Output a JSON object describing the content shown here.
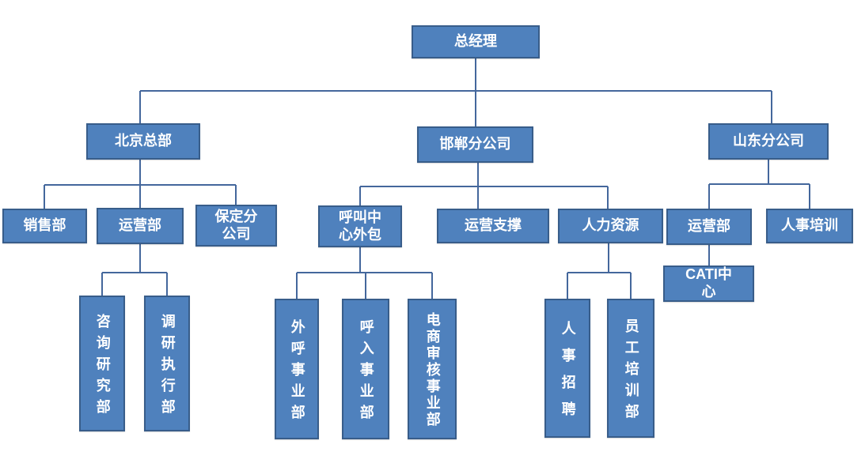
{
  "colors": {
    "box_fill": "#4F81BD",
    "box_border": "#385D8A",
    "line": "#44679C",
    "text": "#FFFFFF"
  },
  "org": {
    "nodes": [
      {
        "id": "ceo",
        "label": "总经理",
        "parent": null
      },
      {
        "id": "beijing_hq",
        "label": "北京总部",
        "parent": "ceo"
      },
      {
        "id": "handan_branch",
        "label": "邯郸分公司",
        "parent": "ceo"
      },
      {
        "id": "shandong_branch",
        "label": "山东分公司",
        "parent": "ceo"
      },
      {
        "id": "sales_dept",
        "label": "销售部",
        "parent": "beijing_hq"
      },
      {
        "id": "operations_dept_bj",
        "label": "运营部",
        "parent": "beijing_hq"
      },
      {
        "id": "baoding_branch",
        "label": "保定分\n公司",
        "parent": "beijing_hq"
      },
      {
        "id": "call_center_outsourcing",
        "label": "呼叫中\n心外包",
        "parent": "handan_branch"
      },
      {
        "id": "operations_support",
        "label": "运营支撑",
        "parent": "handan_branch"
      },
      {
        "id": "human_resources",
        "label": "人力资源",
        "parent": "handan_branch"
      },
      {
        "id": "operations_dept_sd",
        "label": "运营部",
        "parent": "shandong_branch"
      },
      {
        "id": "hr_training",
        "label": "人事培训",
        "parent": "shandong_branch"
      },
      {
        "id": "cati_center",
        "label": "CATI中\n心",
        "parent": "operations_dept_sd"
      },
      {
        "id": "consulting_research_dept",
        "label": "咨询研究部",
        "parent": "operations_dept_bj"
      },
      {
        "id": "survey_execution_dept",
        "label": "调研执行部",
        "parent": "operations_dept_bj"
      },
      {
        "id": "outbound_division",
        "label": "外呼事业部",
        "parent": "call_center_outsourcing"
      },
      {
        "id": "inbound_division",
        "label": "呼入事业部",
        "parent": "call_center_outsourcing"
      },
      {
        "id": "ecommerce_review_division",
        "label": "电商审核事业部",
        "parent": "call_center_outsourcing"
      },
      {
        "id": "hr_recruitment",
        "label": "人事招聘",
        "parent": "human_resources"
      },
      {
        "id": "employee_training_dept",
        "label": "员工培训部",
        "parent": "human_resources"
      }
    ]
  }
}
